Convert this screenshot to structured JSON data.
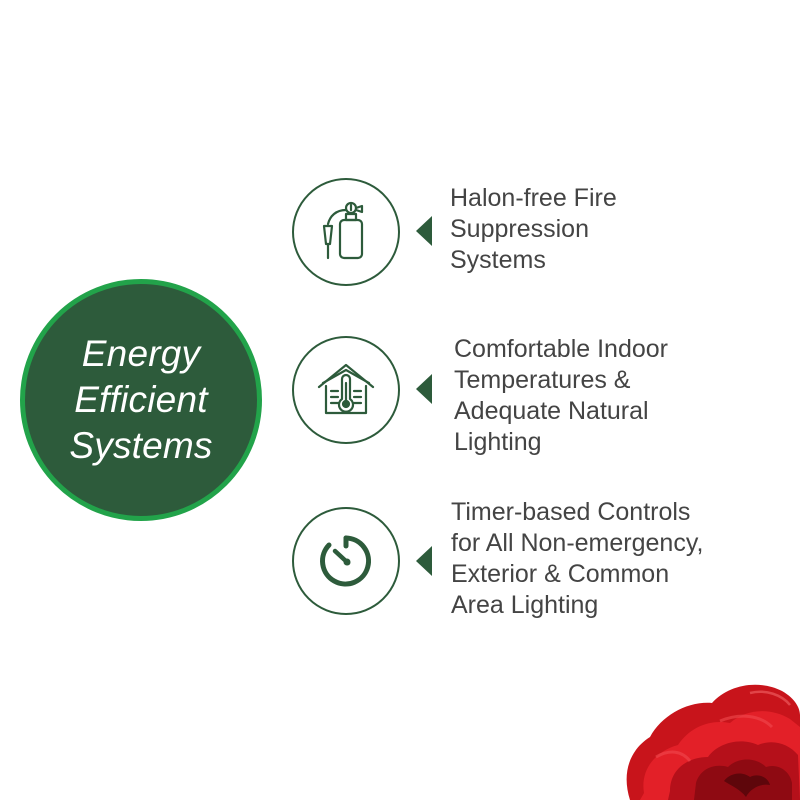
{
  "hero": {
    "lines": [
      "Energy",
      "Efficient",
      "Systems"
    ]
  },
  "features": [
    {
      "icon": "fire-extinguisher-icon",
      "lines": [
        "Halon-free Fire",
        "Suppression",
        "Systems"
      ]
    },
    {
      "icon": "house-thermometer-icon",
      "lines": [
        "Comfortable Indoor",
        "Temperatures &",
        "Adequate Natural",
        "Lighting"
      ]
    },
    {
      "icon": "timer-icon",
      "lines": [
        "Timer-based Controls",
        "for All Non-emergency,",
        "Exterior & Common",
        "Area Lighting"
      ]
    }
  ],
  "colors": {
    "primary": "#2d5b3b",
    "hero_border": "#22a34a",
    "text": "#444444",
    "rose": "#d71920"
  },
  "decoration": {
    "icon": "red-rose-icon"
  }
}
